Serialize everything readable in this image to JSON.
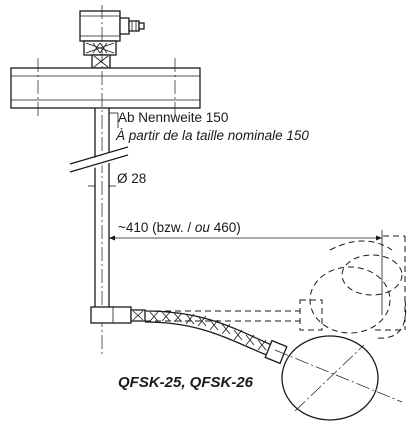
{
  "labels": {
    "nominal_size_de": "Ab Nennweite 150",
    "nominal_size_fr": "À partir de la taille nominale 150",
    "diameter": "Ø 28",
    "length_prefix": "~410 (bzw. / ",
    "length_or": "ou",
    "length_suffix": " 460)",
    "model": "QFSK-25, QFSK-26"
  }
}
